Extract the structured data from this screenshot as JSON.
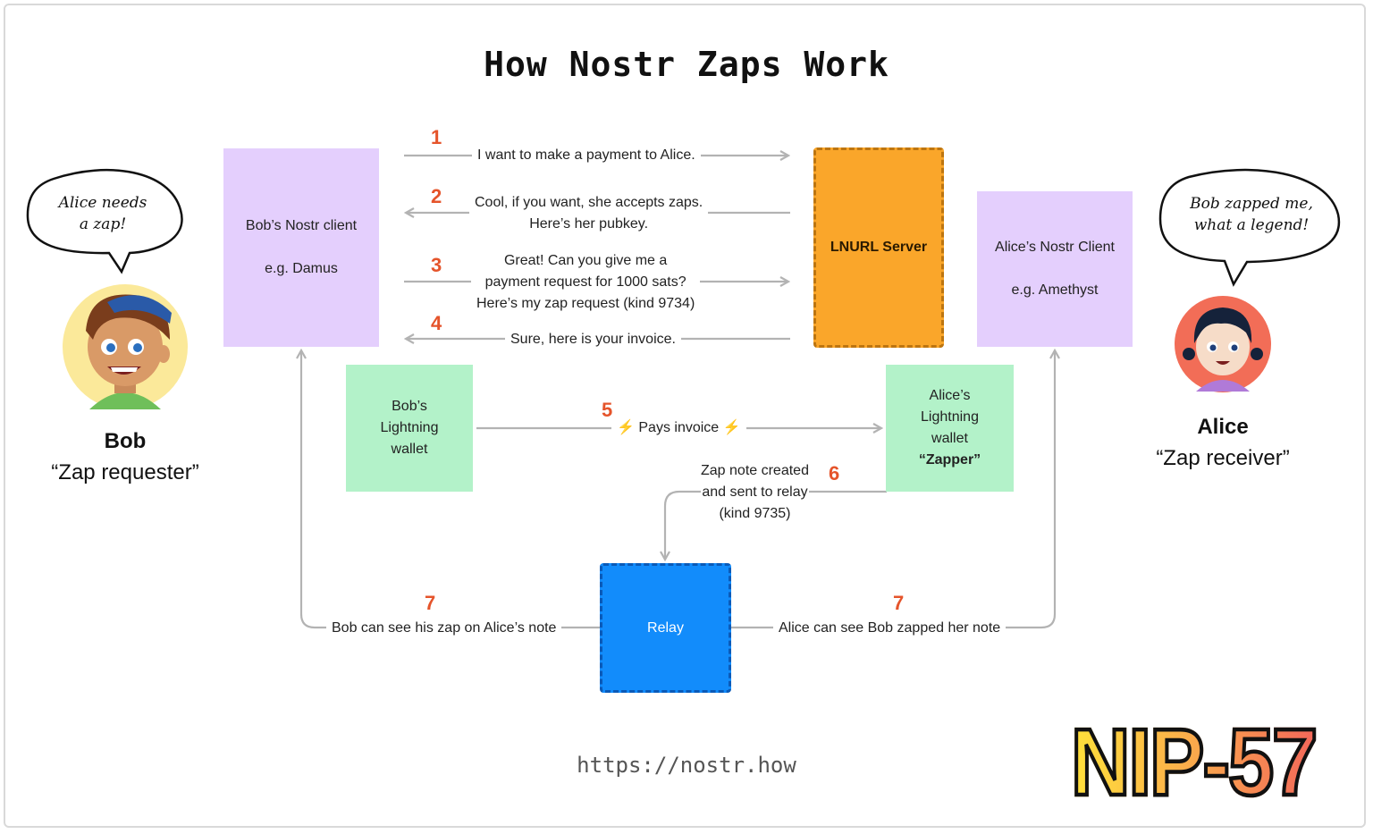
{
  "title": "How Nostr Zaps Work",
  "url": "https://nostr.how",
  "badge": "NIP-57",
  "bob": {
    "name": "Bob",
    "role": "“Zap requester”",
    "speech_line1": "Alice needs",
    "speech_line2": "a zap!"
  },
  "alice": {
    "name": "Alice",
    "role": "“Zap receiver”",
    "speech_line1": "Bob zapped me,",
    "speech_line2": "what a legend!"
  },
  "boxes": {
    "bob_client": {
      "line1": "Bob’s Nostr client",
      "line2": "e.g. Damus"
    },
    "lnurl": {
      "label": "LNURL Server"
    },
    "alice_client": {
      "line1": "Alice’s Nostr Client",
      "line2": "e.g. Amethyst"
    },
    "bob_wallet": {
      "line1": "Bob’s",
      "line2": "Lightning",
      "line3": "wallet"
    },
    "alice_wallet": {
      "line1": "Alice’s",
      "line2": "Lightning",
      "line3": "wallet",
      "line4": "“Zapper”"
    },
    "relay": {
      "label": "Relay"
    }
  },
  "steps": {
    "s1": {
      "num": "1",
      "text": "I want to make a payment to Alice."
    },
    "s2": {
      "num": "2",
      "line1": "Cool, if you want, she accepts zaps.",
      "line2": "Here’s her pubkey."
    },
    "s3": {
      "num": "3",
      "line1": "Great! Can you give me a",
      "line2": "payment request for 1000 sats?",
      "line3": "Here’s my zap request (kind 9734)"
    },
    "s4": {
      "num": "4",
      "text": "Sure, here is your invoice."
    },
    "s5": {
      "num": "5",
      "text": "Pays invoice",
      "icon": "⚡"
    },
    "s6": {
      "num": "6",
      "line1": "Zap note created",
      "line2": "and sent to relay",
      "line3": "(kind 9735)"
    },
    "s7a": {
      "num": "7",
      "text": "Bob can see his zap on Alice’s note"
    },
    "s7b": {
      "num": "7",
      "text": "Alice can see Bob zapped her note"
    }
  },
  "colors": {
    "accent_number": "#e5542b",
    "client_box": "#e4cffd",
    "wallet_box": "#b3f2c9",
    "lnurl_box": "#faa62a",
    "relay_box": "#128cfb",
    "connector": "#b3b3b3"
  }
}
